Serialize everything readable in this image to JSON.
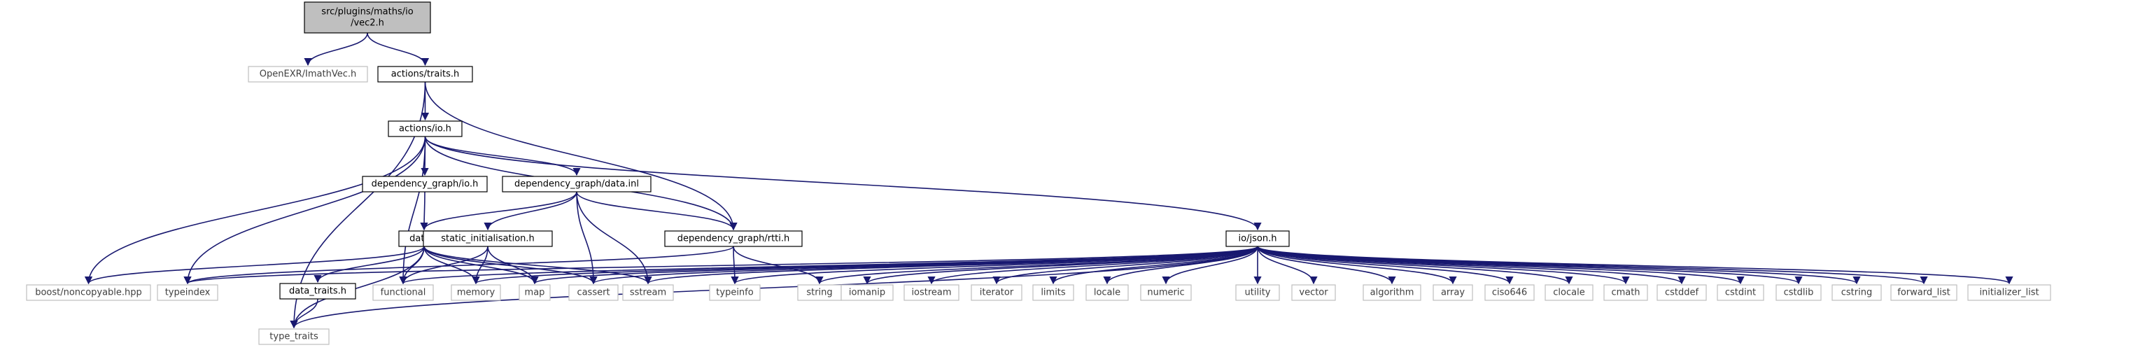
{
  "colors": {
    "edge": "#191970",
    "node_border_documented": "#000000",
    "node_border_external": "#bfbfbf",
    "node_fill_root": "#bfbfbf",
    "node_fill": "#ffffff",
    "text_documented": "#000000",
    "text_external": "#404040"
  },
  "nodes": [
    {
      "id": "vec2",
      "lines": [
        "src/plugins/maths/io",
        "/vec2.h"
      ],
      "kind": "root"
    },
    {
      "id": "imathvec",
      "lines": [
        "OpenEXR/ImathVec.h"
      ],
      "kind": "external"
    },
    {
      "id": "traits",
      "lines": [
        "actions/traits.h"
      ],
      "kind": "documented"
    },
    {
      "id": "io",
      "lines": [
        "actions/io.h"
      ],
      "kind": "documented"
    },
    {
      "id": "dg_io",
      "lines": [
        "dependency_graph/io.h"
      ],
      "kind": "documented"
    },
    {
      "id": "dg_data_inl",
      "lines": [
        "dependency_graph/data.inl"
      ],
      "kind": "documented"
    },
    {
      "id": "data_h",
      "lines": [
        "data.h"
      ],
      "kind": "documented"
    },
    {
      "id": "static_init",
      "lines": [
        "static_initialisation.h"
      ],
      "kind": "documented"
    },
    {
      "id": "rtti",
      "lines": [
        "dependency_graph/rtti.h"
      ],
      "kind": "documented"
    },
    {
      "id": "json",
      "lines": [
        "io/json.h"
      ],
      "kind": "documented"
    },
    {
      "id": "data_traits",
      "lines": [
        "data_traits.h"
      ],
      "kind": "documented"
    },
    {
      "id": "boost_nc",
      "lines": [
        "boost/noncopyable.hpp"
      ],
      "kind": "external"
    },
    {
      "id": "typeindex",
      "lines": [
        "typeindex"
      ],
      "kind": "external"
    },
    {
      "id": "functional",
      "lines": [
        "functional"
      ],
      "kind": "external"
    },
    {
      "id": "memory",
      "lines": [
        "memory"
      ],
      "kind": "external"
    },
    {
      "id": "map",
      "lines": [
        "map"
      ],
      "kind": "external"
    },
    {
      "id": "cassert",
      "lines": [
        "cassert"
      ],
      "kind": "external"
    },
    {
      "id": "sstream",
      "lines": [
        "sstream"
      ],
      "kind": "external"
    },
    {
      "id": "typeinfo",
      "lines": [
        "typeinfo"
      ],
      "kind": "external"
    },
    {
      "id": "string",
      "lines": [
        "string"
      ],
      "kind": "external"
    },
    {
      "id": "iomanip",
      "lines": [
        "iomanip"
      ],
      "kind": "external"
    },
    {
      "id": "iostream",
      "lines": [
        "iostream"
      ],
      "kind": "external"
    },
    {
      "id": "iterator",
      "lines": [
        "iterator"
      ],
      "kind": "external"
    },
    {
      "id": "limits",
      "lines": [
        "limits"
      ],
      "kind": "external"
    },
    {
      "id": "locale",
      "lines": [
        "locale"
      ],
      "kind": "external"
    },
    {
      "id": "numeric",
      "lines": [
        "numeric"
      ],
      "kind": "external"
    },
    {
      "id": "utility",
      "lines": [
        "utility"
      ],
      "kind": "external"
    },
    {
      "id": "vector",
      "lines": [
        "vector"
      ],
      "kind": "external"
    },
    {
      "id": "algorithm",
      "lines": [
        "algorithm"
      ],
      "kind": "external"
    },
    {
      "id": "array",
      "lines": [
        "array"
      ],
      "kind": "external"
    },
    {
      "id": "ciso646",
      "lines": [
        "ciso646"
      ],
      "kind": "external"
    },
    {
      "id": "clocale",
      "lines": [
        "clocale"
      ],
      "kind": "external"
    },
    {
      "id": "cmath",
      "lines": [
        "cmath"
      ],
      "kind": "external"
    },
    {
      "id": "cstddef",
      "lines": [
        "cstddef"
      ],
      "kind": "external"
    },
    {
      "id": "cstdint",
      "lines": [
        "cstdint"
      ],
      "kind": "external"
    },
    {
      "id": "cstdlib",
      "lines": [
        "cstdlib"
      ],
      "kind": "external"
    },
    {
      "id": "cstring",
      "lines": [
        "cstring"
      ],
      "kind": "external"
    },
    {
      "id": "forward_list",
      "lines": [
        "forward_list"
      ],
      "kind": "external"
    },
    {
      "id": "initializer_list",
      "lines": [
        "initializer_list"
      ],
      "kind": "external"
    },
    {
      "id": "type_traits",
      "lines": [
        "type_traits"
      ],
      "kind": "external"
    }
  ],
  "edges": [
    [
      "vec2",
      "imathvec"
    ],
    [
      "vec2",
      "traits"
    ],
    [
      "traits",
      "io"
    ],
    [
      "traits",
      "rtti"
    ],
    [
      "traits",
      "type_traits"
    ],
    [
      "io",
      "dg_io"
    ],
    [
      "io",
      "dg_data_inl"
    ],
    [
      "io",
      "rtti"
    ],
    [
      "io",
      "json"
    ],
    [
      "io",
      "boost_nc"
    ],
    [
      "io",
      "typeindex"
    ],
    [
      "io",
      "functional"
    ],
    [
      "dg_io",
      "data_h"
    ],
    [
      "dg_data_inl",
      "data_h"
    ],
    [
      "dg_data_inl",
      "static_init"
    ],
    [
      "dg_data_inl",
      "rtti"
    ],
    [
      "dg_data_inl",
      "cassert"
    ],
    [
      "dg_data_inl",
      "sstream"
    ],
    [
      "data_h",
      "boost_nc"
    ],
    [
      "data_h",
      "data_traits"
    ],
    [
      "data_h",
      "type_traits"
    ],
    [
      "data_h",
      "functional"
    ],
    [
      "data_h",
      "memory"
    ],
    [
      "data_h",
      "map"
    ],
    [
      "data_h",
      "cassert"
    ],
    [
      "data_h",
      "sstream"
    ],
    [
      "static_init",
      "functional"
    ],
    [
      "static_init",
      "memory"
    ],
    [
      "static_init",
      "map"
    ],
    [
      "rtti",
      "typeindex"
    ],
    [
      "rtti",
      "typeinfo"
    ],
    [
      "rtti",
      "string"
    ],
    [
      "data_traits",
      "type_traits"
    ],
    [
      "json",
      "typeindex"
    ],
    [
      "json",
      "functional"
    ],
    [
      "json",
      "memory"
    ],
    [
      "json",
      "map"
    ],
    [
      "json",
      "cassert"
    ],
    [
      "json",
      "sstream"
    ],
    [
      "json",
      "typeinfo"
    ],
    [
      "json",
      "string"
    ],
    [
      "json",
      "iomanip"
    ],
    [
      "json",
      "iostream"
    ],
    [
      "json",
      "iterator"
    ],
    [
      "json",
      "limits"
    ],
    [
      "json",
      "locale"
    ],
    [
      "json",
      "numeric"
    ],
    [
      "json",
      "utility"
    ],
    [
      "json",
      "vector"
    ],
    [
      "json",
      "type_traits"
    ],
    [
      "json",
      "algorithm"
    ],
    [
      "json",
      "array"
    ],
    [
      "json",
      "ciso646"
    ],
    [
      "json",
      "clocale"
    ],
    [
      "json",
      "cmath"
    ],
    [
      "json",
      "cstddef"
    ],
    [
      "json",
      "cstdint"
    ],
    [
      "json",
      "cstdlib"
    ],
    [
      "json",
      "cstring"
    ],
    [
      "json",
      "forward_list"
    ],
    [
      "json",
      "initializer_list"
    ]
  ]
}
